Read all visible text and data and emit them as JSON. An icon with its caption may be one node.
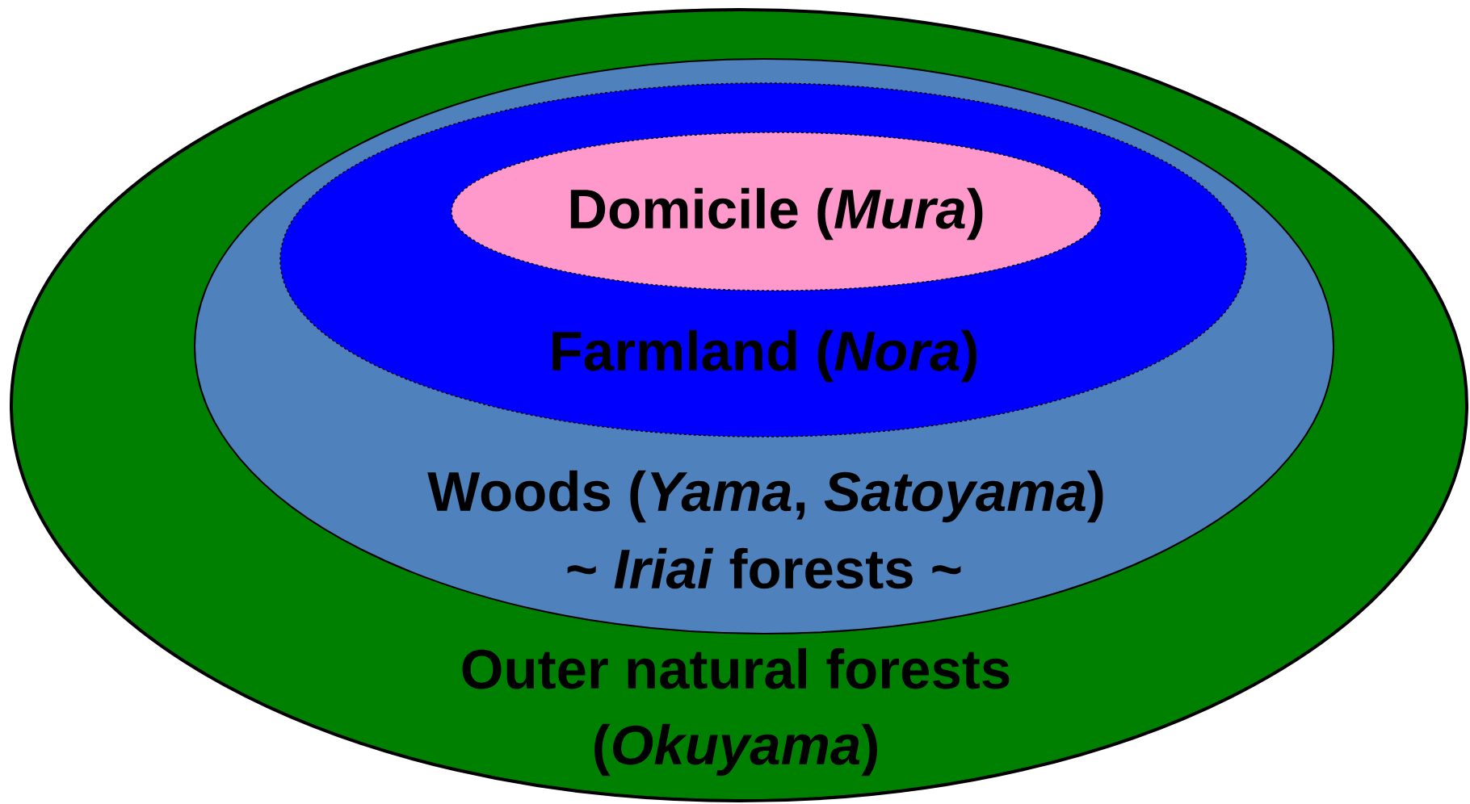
{
  "diagram": {
    "nodes": [
      {
        "text": [
          "Outer natural forests (*Okuyama*)"
        ]
      },
      {
        "text": [
          "Woods (*Yama*, *Satoyama*)",
          "~ *Iriai* forests ~"
        ],
        "in": 0
      },
      {
        "text": [
          "Farmland (*Nora*)"
        ],
        "in": 1
      },
      {
        "text": [
          "Domicile (*Mura*)"
        ],
        "in": 2
      }
    ]
  }
}
